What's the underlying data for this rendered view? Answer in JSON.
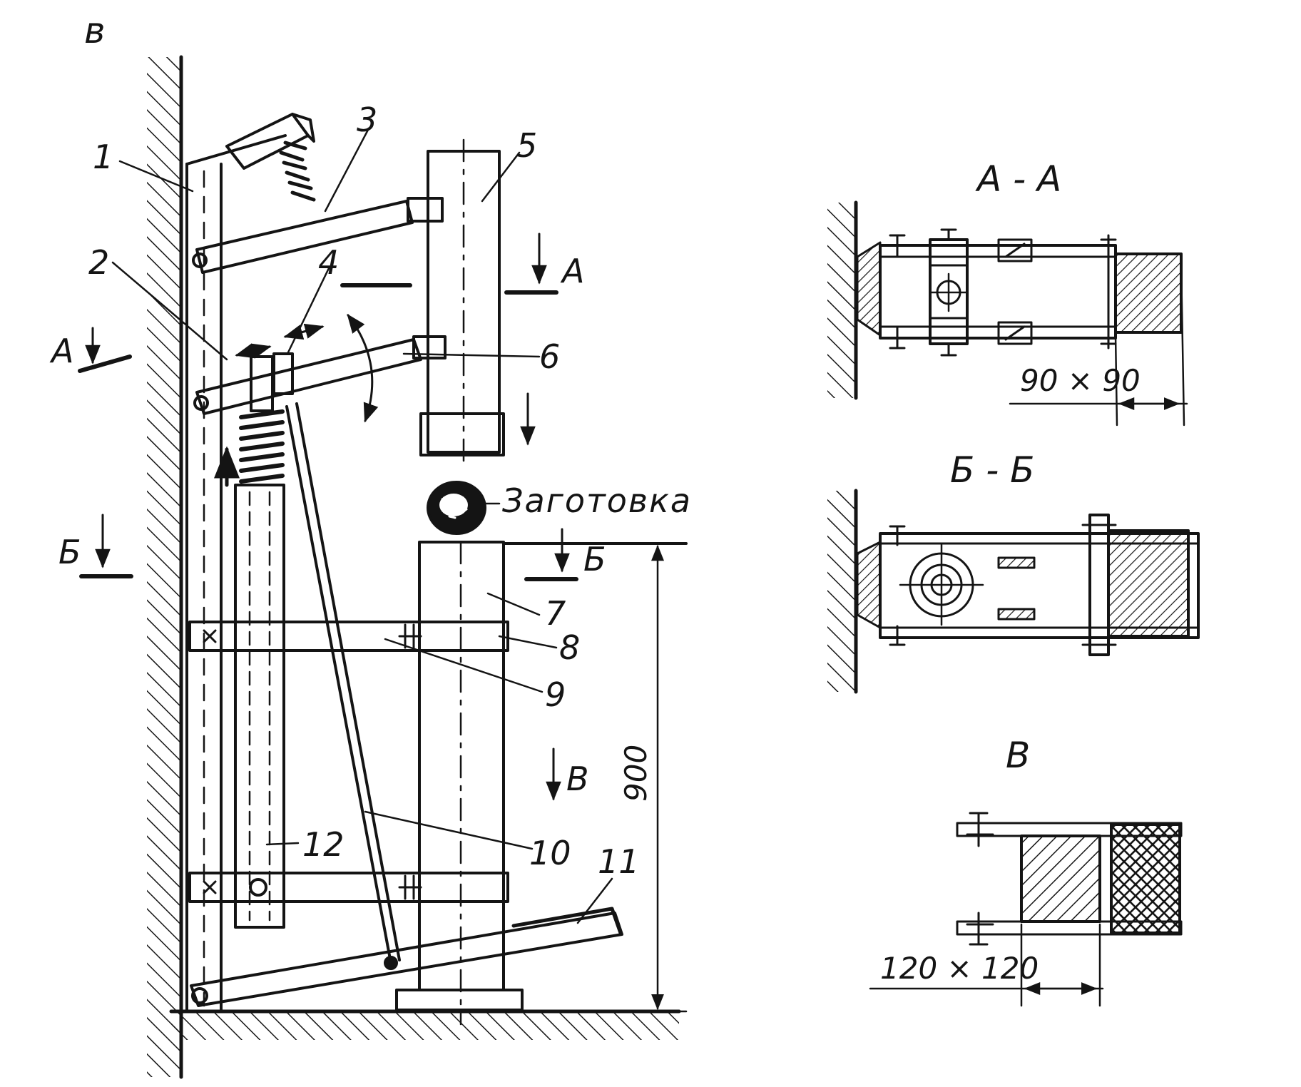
{
  "figure": {
    "label": "в",
    "workpiece_label": "Заготовка",
    "dimension_label": "900",
    "part_numbers": [
      "1",
      "2",
      "3",
      "4",
      "5",
      "6",
      "7",
      "8",
      "9",
      "10",
      "11",
      "12"
    ],
    "section_marks": {
      "a_left": "А",
      "a_right": "А",
      "b_left": "Б",
      "b_right": "Б",
      "v": "В"
    }
  },
  "views": {
    "aa": {
      "title": "А - А",
      "dimension": "90 × 90"
    },
    "bb": {
      "title": "Б - Б"
    },
    "v": {
      "title": "В",
      "dimension": "120 × 120"
    }
  },
  "colors": {
    "ink": "#141414",
    "paper": "#ffffff"
  }
}
